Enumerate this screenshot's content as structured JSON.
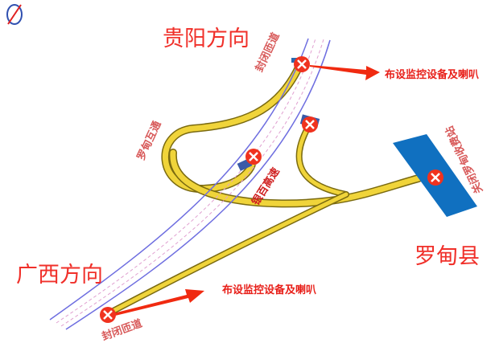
{
  "labels": {
    "guiyang_direction": "贵阳方向",
    "guangxi_direction": "广西方向",
    "luodian_county": "罗甸县",
    "closed_ramp_top": "封闭匝道",
    "closed_ramp_bottom": "封闭匝道",
    "luodian_interchange": "罗甸互通",
    "yinbai_expressway": "银百高速",
    "close_toll_station": "关闭罗甸收费站",
    "note_top": "布设监控设备及喇叭",
    "note_bottom": "布设监控设备及喇叭"
  },
  "colors": {
    "road_edge": "#6e6ee0",
    "ramp": "#f0d43a",
    "marker": "#f0321e",
    "toll": "#1070c0",
    "arrow": "#f02a10"
  }
}
